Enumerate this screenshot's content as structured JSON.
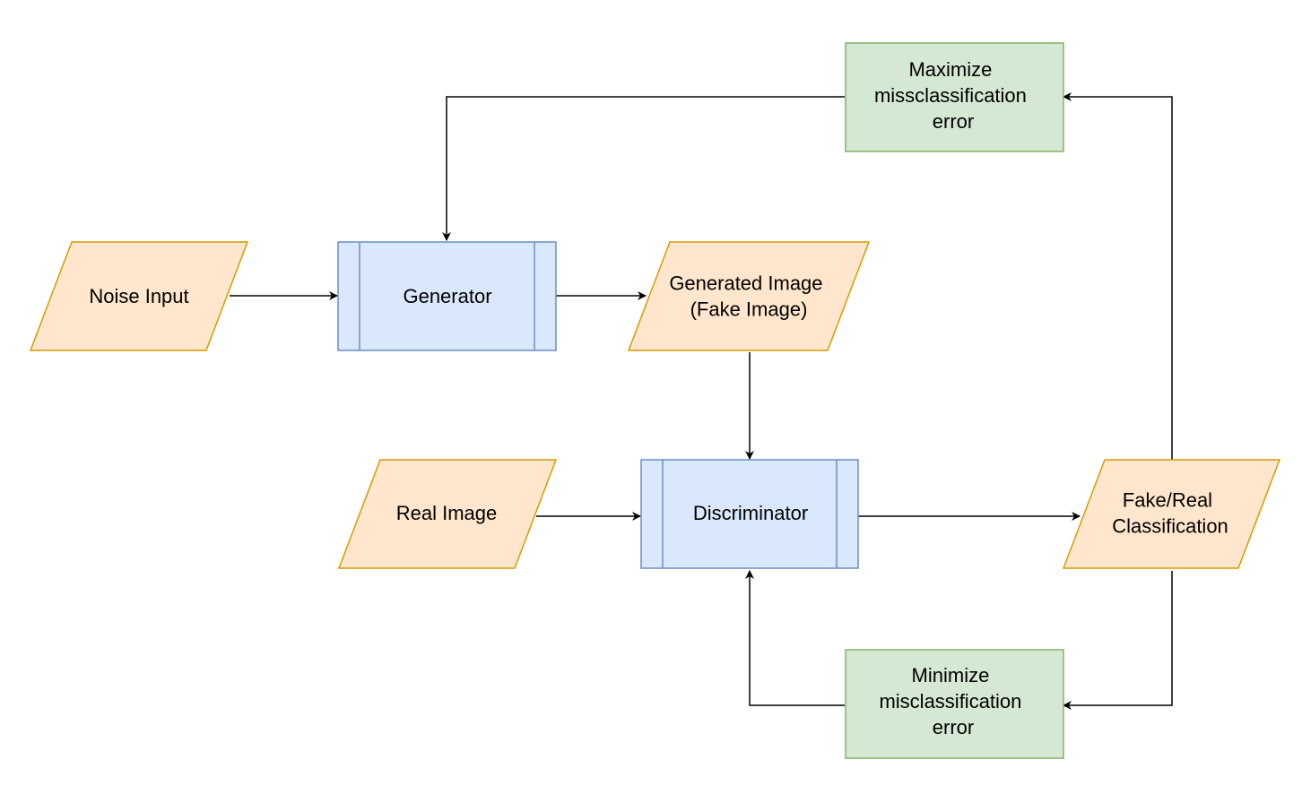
{
  "nodes": {
    "noise_input": {
      "lines": [
        "Noise Input"
      ]
    },
    "generator": {
      "lines": [
        "Generator"
      ]
    },
    "generated_image": {
      "lines": [
        "Generated Image",
        "(Fake Image)"
      ]
    },
    "real_image": {
      "lines": [
        "Real Image"
      ]
    },
    "discriminator": {
      "lines": [
        "Discriminator"
      ]
    },
    "classification": {
      "lines": [
        "Fake/Real",
        "Classification"
      ]
    },
    "maximize_error": {
      "lines": [
        "Maximize",
        "missclassification",
        "error"
      ]
    },
    "minimize_error": {
      "lines": [
        "Minimize",
        "misclassification",
        "error"
      ]
    }
  },
  "colors": {
    "io_fill": "#ffe6cc",
    "io_stroke": "#d79b00",
    "process_fill": "#dae8fc",
    "process_stroke": "#6c8ebf",
    "objective_fill": "#d5e8d4",
    "objective_stroke": "#82b366",
    "edge": "#000000"
  }
}
